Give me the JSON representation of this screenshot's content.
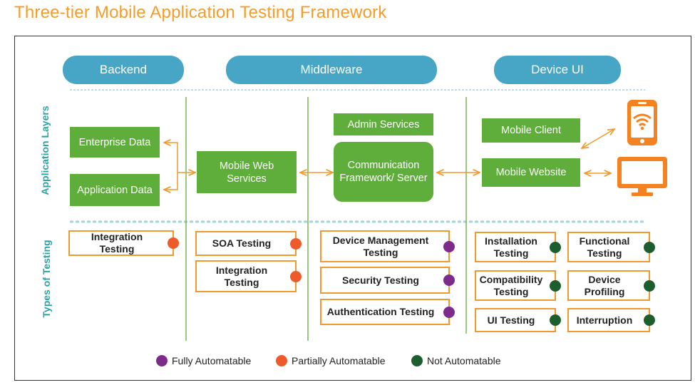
{
  "title": "Three-tier Mobile Application Testing Framework",
  "tiers": {
    "backend": "Backend",
    "middleware": "Middleware",
    "device_ui": "Device UI"
  },
  "side_labels": {
    "application_layers": "Application Layers",
    "types_of_testing": "Types of Testing"
  },
  "layers": {
    "enterprise_data": "Enterprise Data",
    "application_data": "Application Data",
    "mobile_web_services": "Mobile Web Services",
    "admin_services": "Admin Services",
    "communication_framework": "Communication Framework/ Server",
    "mobile_client": "Mobile Client",
    "mobile_website": "Mobile Website"
  },
  "tests": {
    "integration_backend": "Integration Testing",
    "soa": "SOA Testing",
    "integration_services": "Integration Testing",
    "device_management": "Device Management Testing",
    "security": "Security Testing",
    "authentication": "Authentication Testing",
    "installation": "Installation Testing",
    "functional": "Functional Testing",
    "compatibility": "Compatibility Testing",
    "device_profiling": "Device Profiling",
    "ui": "UI Testing",
    "interruption": "Interruption"
  },
  "legend": {
    "fully": "Fully Automatable",
    "partially": "Partially Automatable",
    "not": "Not Automatable"
  },
  "colors": {
    "fully": "#7d2a8a",
    "partially": "#ee5a2a",
    "not": "#1d5e2e",
    "accent": "#f59c2a",
    "tier": "#47a6c6",
    "layer": "#5fad3b"
  },
  "icons": [
    "smartphone-wifi-icon",
    "monitor-icon"
  ]
}
